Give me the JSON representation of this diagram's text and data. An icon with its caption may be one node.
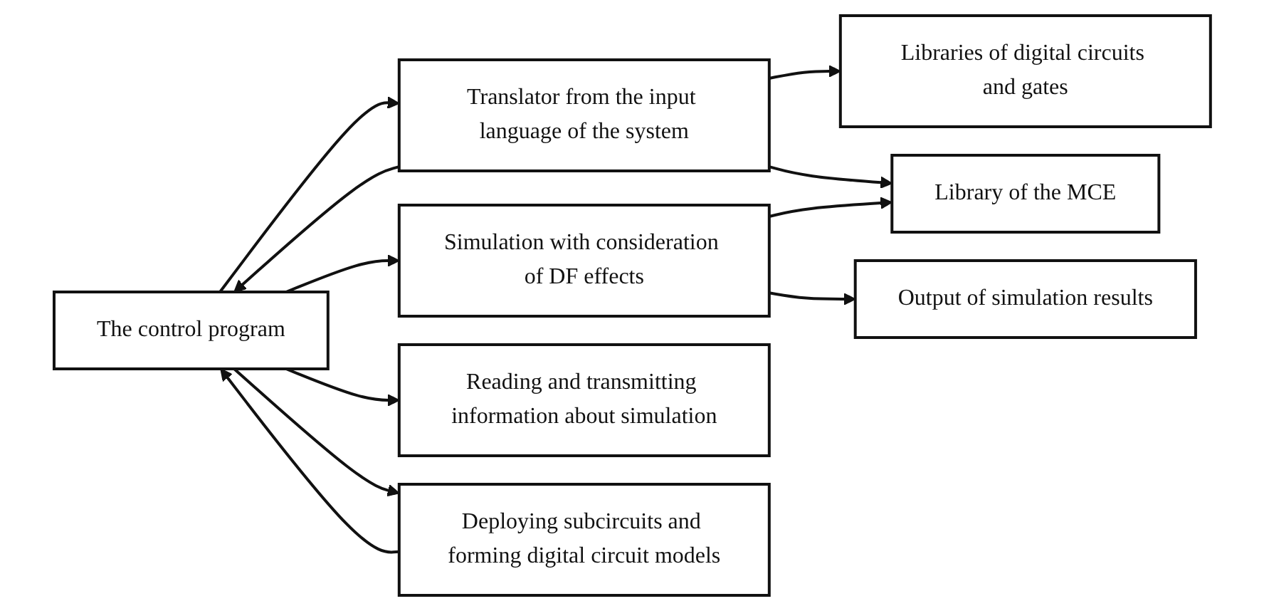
{
  "diagram": {
    "nodes": [
      {
        "text": [
          "The control program"
        ]
      },
      {
        "text": [
          "Translator from the input language of the system"
        ]
      },
      {
        "text": [
          "Simulation with consideration of DF effects"
        ]
      },
      {
        "text": [
          "Reading and transmitting information about simulation"
        ]
      },
      {
        "text": [
          "Deploying subcircuits and forming digital circuit models"
        ]
      },
      {
        "text": [
          "Libraries of digital circuits and gates"
        ]
      },
      {
        "text": [
          "Output of simulation results"
        ]
      },
      {
        "text": [
          "Library of the MCE"
        ]
      }
    ],
    "edges": [
      {
        "from": 0,
        "to": 1,
        "arrow": "to"
      },
      {
        "from": 1,
        "to": 0,
        "arrow": "to"
      },
      {
        "from": 0,
        "to": 2,
        "arrow": "to"
      },
      {
        "from": 0,
        "to": 3,
        "arrow": "to"
      },
      {
        "from": 4,
        "to": 0,
        "arrow": "to"
      },
      {
        "from": 0,
        "to": 4,
        "arrow": "to"
      },
      {
        "from": 1,
        "to": 5,
        "arrow": "to"
      },
      {
        "from": 1,
        "to": 7,
        "arrow": "to"
      },
      {
        "from": 2,
        "to": 7,
        "arrow": "to"
      },
      {
        "from": 2,
        "to": 6,
        "arrow": "to"
      }
    ]
  }
}
